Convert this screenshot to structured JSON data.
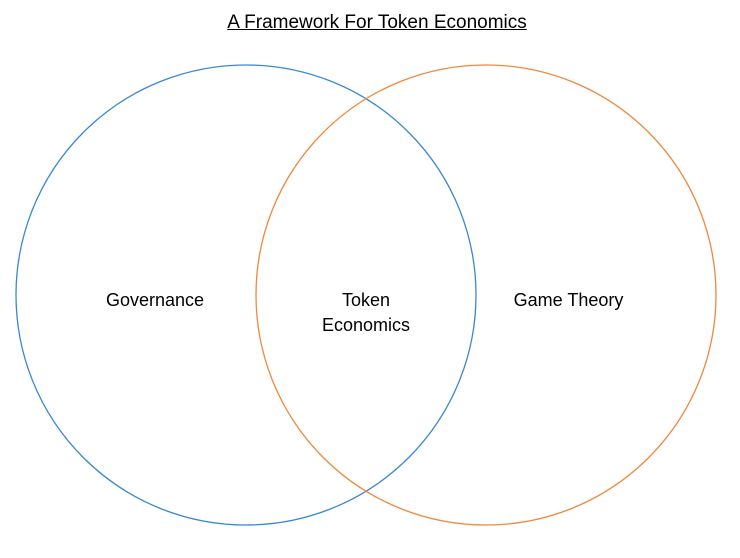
{
  "title": "A Framework For Token Economics",
  "circles": [
    {
      "label": "Governance",
      "color": "#3b88d2"
    },
    {
      "label": "Game Theory",
      "color": "#f0883e"
    }
  ],
  "intersection": {
    "line1": "Token",
    "line2": "Economics"
  }
}
